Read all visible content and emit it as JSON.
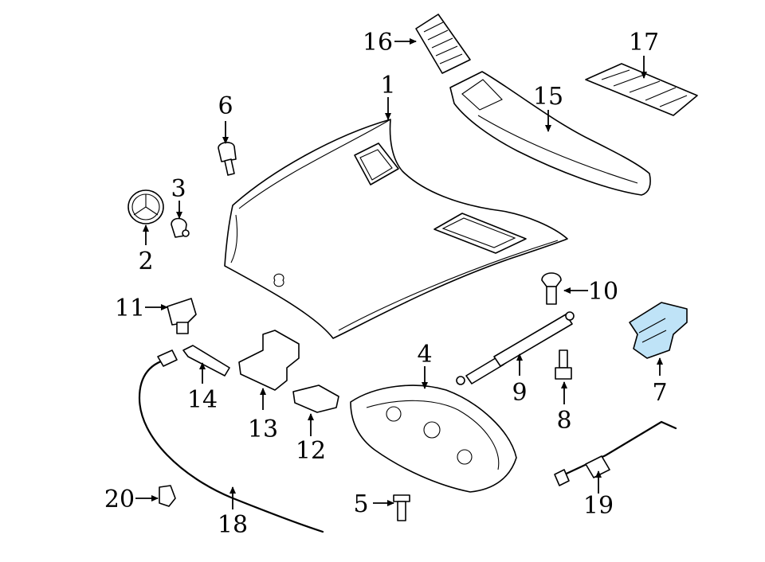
{
  "colors": {
    "highlight": "#bfe3f7",
    "line": "#000000",
    "background": "#ffffff"
  },
  "callouts": [
    {
      "id": "1",
      "text": "1",
      "part_icon": "hood-panel-icon"
    },
    {
      "id": "2",
      "text": "2",
      "part_icon": "star-emblem-icon"
    },
    {
      "id": "3",
      "text": "3",
      "part_icon": "emblem-clip-icon"
    },
    {
      "id": "4",
      "text": "4",
      "part_icon": "hood-insulator-icon"
    },
    {
      "id": "5",
      "text": "5",
      "part_icon": "insulator-clip-icon"
    },
    {
      "id": "6",
      "text": "6",
      "part_icon": "bump-stop-icon"
    },
    {
      "id": "7",
      "text": "7",
      "part_icon": "hinge-icon",
      "highlighted": true
    },
    {
      "id": "8",
      "text": "8",
      "part_icon": "hinge-bolt-icon"
    },
    {
      "id": "9",
      "text": "9",
      "part_icon": "lift-support-icon"
    },
    {
      "id": "10",
      "text": "10",
      "part_icon": "ball-stud-icon"
    },
    {
      "id": "11",
      "text": "11",
      "part_icon": "latch-icon"
    },
    {
      "id": "12",
      "text": "12",
      "part_icon": "release-handle-icon"
    },
    {
      "id": "13",
      "text": "13",
      "part_icon": "lock-bracket-icon"
    },
    {
      "id": "14",
      "text": "14",
      "part_icon": "safety-catch-icon"
    },
    {
      "id": "15",
      "text": "15",
      "part_icon": "cowl-panel-icon"
    },
    {
      "id": "16",
      "text": "16",
      "part_icon": "cowl-grille-icon"
    },
    {
      "id": "17",
      "text": "17",
      "part_icon": "air-intake-grille-icon"
    },
    {
      "id": "18",
      "text": "18",
      "part_icon": "release-cable-icon"
    },
    {
      "id": "19",
      "text": "19",
      "part_icon": "release-cable-icon"
    },
    {
      "id": "20",
      "text": "20",
      "part_icon": "cable-clip-icon"
    }
  ]
}
